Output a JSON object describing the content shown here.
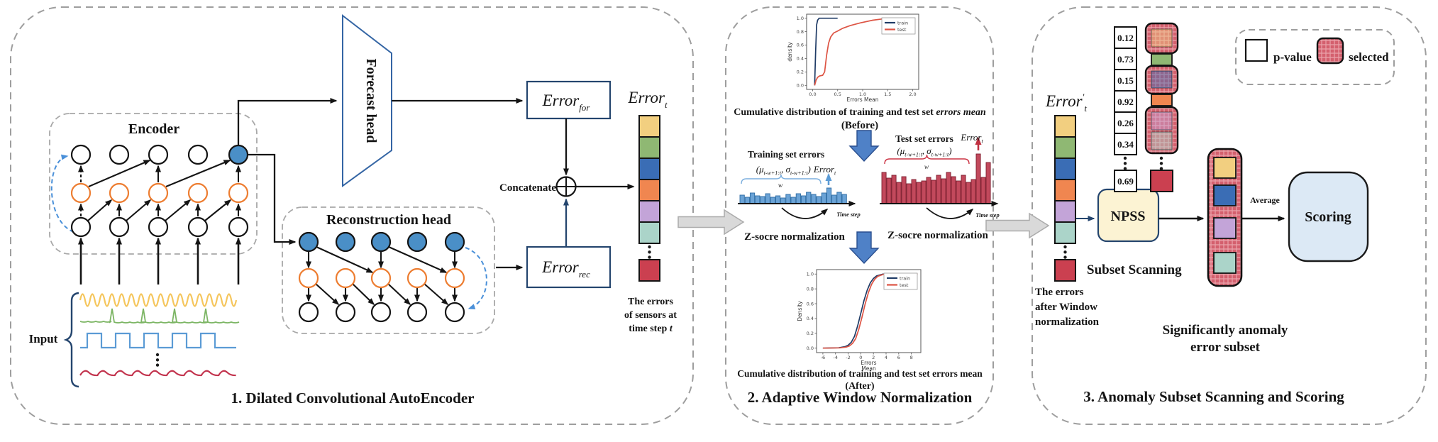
{
  "colors": {
    "stack": [
      "#f2cf80",
      "#8fb873",
      "#3a6db5",
      "#f08650",
      "#c3a4d8",
      "#abd4c9"
    ],
    "stack_last": "#cb4050",
    "subset": [
      "#f2cf80",
      "#3a6db5",
      "#c3a4d8",
      "#abd4c9"
    ],
    "node_blue": "#4a8fc7",
    "node_orange": "#ed7d31",
    "navy": "#24456e",
    "arc_blue": "#4a90d9",
    "forecast_border": "#3465a4",
    "npss_fill": "#fcf3d3",
    "scoring_fill": "#dce9f5",
    "hatch_base": "#d4606e",
    "hatch_line": "#eaa3ab",
    "hist_train": "#6ba3d6",
    "hist_train_border": "#2e6da4",
    "hist_test": "#c2495c",
    "hist_test_border": "#7e1f30",
    "wave_sine": "#f5c65d",
    "wave_spikes": "#7cb564",
    "wave_square": "#5b9bd5",
    "wave_rough": "#c2334d",
    "block_arrow_blue": "#4f81c7",
    "block_arrow_gray": "#d9d9d9"
  },
  "section1": {
    "title": "1. Dilated Convolutional AutoEncoder",
    "encoder_title": "Encoder",
    "input_label": "Input",
    "input_waves": [
      {
        "type": "sine"
      },
      {
        "type": "spikes"
      },
      {
        "type": "square"
      },
      {
        "type": "dots"
      },
      {
        "type": "rough"
      }
    ],
    "forecast_head": "Forecast head",
    "reconstruction_head": "Reconstruction head",
    "concatenate": "Concatenate",
    "error_for": {
      "base": "Error",
      "sub": "for"
    },
    "error_rec": {
      "base": "Error",
      "sub": "rec"
    },
    "error_t": {
      "base": "Error",
      "sub": "t"
    },
    "errors_caption": {
      "line1": "The errors",
      "line2": "of sensors at",
      "line3": "time step ",
      "line3_it": "t"
    }
  },
  "section2": {
    "title": "2. Adaptive Window Normalization",
    "before_caption": {
      "main": "Cumulative distribution of training and test set ",
      "emph": "errors mean",
      "tag": "(Before)"
    },
    "after_caption": {
      "main": "Cumulative distribution of training and test set errors mean",
      "tag": "(After)"
    },
    "training_label": "Training set errors",
    "test_label": "Test set errors",
    "musigma": {
      "open": "(μ",
      "sub1": "t-w+1:t",
      "mid": ", σ",
      "sub2": "t-w+1:t",
      "close": ")"
    },
    "error_t": {
      "base": "Error",
      "sub": "t"
    },
    "w_label": "w",
    "zscore_label": "Z-socre normalization",
    "timestep_label": "Time step"
  },
  "section3": {
    "title": "3. Anomaly Subset Scanning and Scoring",
    "error_t_prime": {
      "base": "Error",
      "prime": "′",
      "sub": "t"
    },
    "legend": {
      "p_value": "p-value",
      "selected": "selected"
    },
    "rows": [
      {
        "p": "0.12",
        "selected": true
      },
      {
        "p": "0.73",
        "selected": false
      },
      {
        "p": "0.15",
        "selected": true
      },
      {
        "p": "0.92",
        "selected": false
      },
      {
        "p": "0.26",
        "selected": true
      },
      {
        "p": "0.34",
        "selected": true
      },
      {
        "p": "0.69",
        "selected": false
      }
    ],
    "npss": "NPSS",
    "subset_scanning": "Subset Scanning",
    "errors_after": {
      "line1": "The errors",
      "line2": "after Window",
      "line3": "normalization"
    },
    "significant": {
      "line1": "Significantly anomaly",
      "line2": "error subset"
    },
    "average": "Average",
    "scoring": "Scoring"
  },
  "chart_data": [
    {
      "id": "cdf_before",
      "type": "line",
      "xlabel": "Errors Mean",
      "ylabel": "density",
      "xlim": [
        -0.12,
        2.12
      ],
      "ylim": [
        -0.06,
        1.06
      ],
      "xticks": [
        0,
        0.5,
        1,
        1.5,
        2
      ],
      "xticklabels": [
        "0.0",
        "0.5",
        "1.0",
        "1.5",
        "2.0"
      ],
      "yticks": [
        0,
        0.2,
        0.4,
        0.6,
        0.8,
        1
      ],
      "yticklabels": [
        "0.0",
        "0.2",
        "0.4",
        "0.6",
        "0.8",
        "1.0"
      ],
      "legend_position": "upper right",
      "series": [
        {
          "name": "train",
          "color": "#1f3b66",
          "x": [
            0.04,
            0.06,
            0.08,
            0.1,
            0.13,
            0.2,
            0.5
          ],
          "y": [
            0,
            0.5,
            0.9,
            0.97,
            1,
            1,
            1
          ]
        },
        {
          "name": "test",
          "color": "#dd5444",
          "x": [
            0.04,
            0.07,
            0.1,
            0.14,
            0.2,
            0.24,
            0.28,
            0.32,
            0.36,
            0.42,
            0.5,
            0.6,
            0.75,
            0.95,
            1.2,
            1.45,
            1.55
          ],
          "y": [
            0,
            0.08,
            0.12,
            0.14,
            0.15,
            0.2,
            0.45,
            0.63,
            0.72,
            0.78,
            0.81,
            0.85,
            0.89,
            0.93,
            0.97,
            0.995,
            1
          ]
        }
      ]
    },
    {
      "id": "cdf_after",
      "type": "line",
      "xlabel": "Errors Mean",
      "ylabel": "Density",
      "xlim": [
        -7,
        9.5
      ],
      "ylim": [
        -0.06,
        1.06
      ],
      "xticks": [
        -6,
        -4,
        -2,
        0,
        2,
        4,
        6,
        8
      ],
      "xticklabels": [
        "-6",
        "-4",
        "-2",
        "0",
        "2",
        "4",
        "6",
        "8"
      ],
      "yticks": [
        0,
        0.2,
        0.4,
        0.6,
        0.8,
        1
      ],
      "yticklabels": [
        "0.0",
        "0.2",
        "0.4",
        "0.6",
        "0.8",
        "1.0"
      ],
      "legend_position": "upper right",
      "series": [
        {
          "name": "train",
          "color": "#1f3b66",
          "x": [
            -6,
            -3.5,
            -2.5,
            -2,
            -1.5,
            -1,
            -0.5,
            0,
            0.5,
            1,
            1.5,
            2,
            2.5,
            3.5,
            9
          ],
          "y": [
            0,
            0.005,
            0.02,
            0.04,
            0.08,
            0.16,
            0.3,
            0.47,
            0.64,
            0.78,
            0.88,
            0.94,
            0.975,
            1,
            1
          ]
        },
        {
          "name": "test",
          "color": "#dd5444",
          "x": [
            -6,
            -3.3,
            -2.3,
            -1.8,
            -1.3,
            -0.8,
            -0.3,
            0.2,
            0.7,
            1.2,
            1.7,
            2.2,
            2.7,
            3.7,
            9
          ],
          "y": [
            0,
            0.004,
            0.015,
            0.03,
            0.065,
            0.13,
            0.26,
            0.42,
            0.6,
            0.75,
            0.86,
            0.93,
            0.97,
            1,
            1
          ]
        }
      ]
    },
    {
      "id": "train_errors_hist",
      "type": "bar",
      "color": "#6ba3d6",
      "values": [
        12,
        9,
        15,
        11,
        10,
        14,
        9,
        11,
        8,
        13,
        9,
        14,
        11,
        16,
        13,
        10,
        15,
        22,
        12,
        16,
        13
      ],
      "arrow_bar_index": 17
    },
    {
      "id": "test_errors_hist",
      "type": "bar",
      "color": "#c2495c",
      "values": [
        44,
        36,
        40,
        30,
        38,
        28,
        34,
        30,
        32,
        37,
        33,
        40,
        35,
        44,
        38,
        32,
        40,
        30,
        34,
        70,
        37,
        58
      ],
      "arrow_bar_index": 19
    }
  ]
}
